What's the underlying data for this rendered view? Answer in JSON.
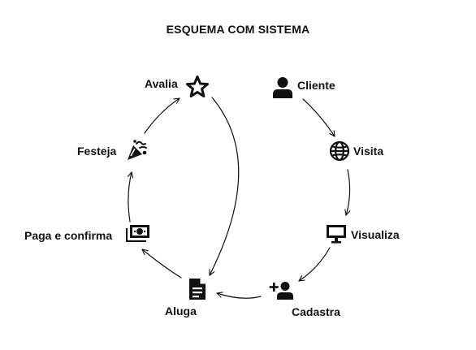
{
  "title": "ESQUEMA COM SISTEMA",
  "nodes": {
    "avalia": "Avalia",
    "cliente": "Cliente",
    "festeja": "Festeja",
    "visita": "Visita",
    "paga": "Paga e confirma",
    "visualiza": "Visualiza",
    "aluga": "Aluga",
    "cadastra": "Cadastra"
  },
  "icons": {
    "avalia": "star-icon",
    "cliente": "user-icon",
    "festeja": "party-popper-icon",
    "visita": "globe-icon",
    "paga": "cash-icon",
    "visualiza": "monitor-icon",
    "aluga": "document-icon",
    "cadastra": "add-user-icon"
  },
  "flows": [
    {
      "from": "cliente",
      "to": "visita"
    },
    {
      "from": "visita",
      "to": "visualiza"
    },
    {
      "from": "visualiza",
      "to": "cadastra"
    },
    {
      "from": "cadastra",
      "to": "aluga"
    },
    {
      "from": "aluga",
      "to": "paga"
    },
    {
      "from": "paga",
      "to": "festeja"
    },
    {
      "from": "festeja",
      "to": "avalia"
    },
    {
      "from": "avalia",
      "to": "aluga"
    }
  ],
  "colors": {
    "ink": "#111111",
    "background": "#ffffff"
  }
}
